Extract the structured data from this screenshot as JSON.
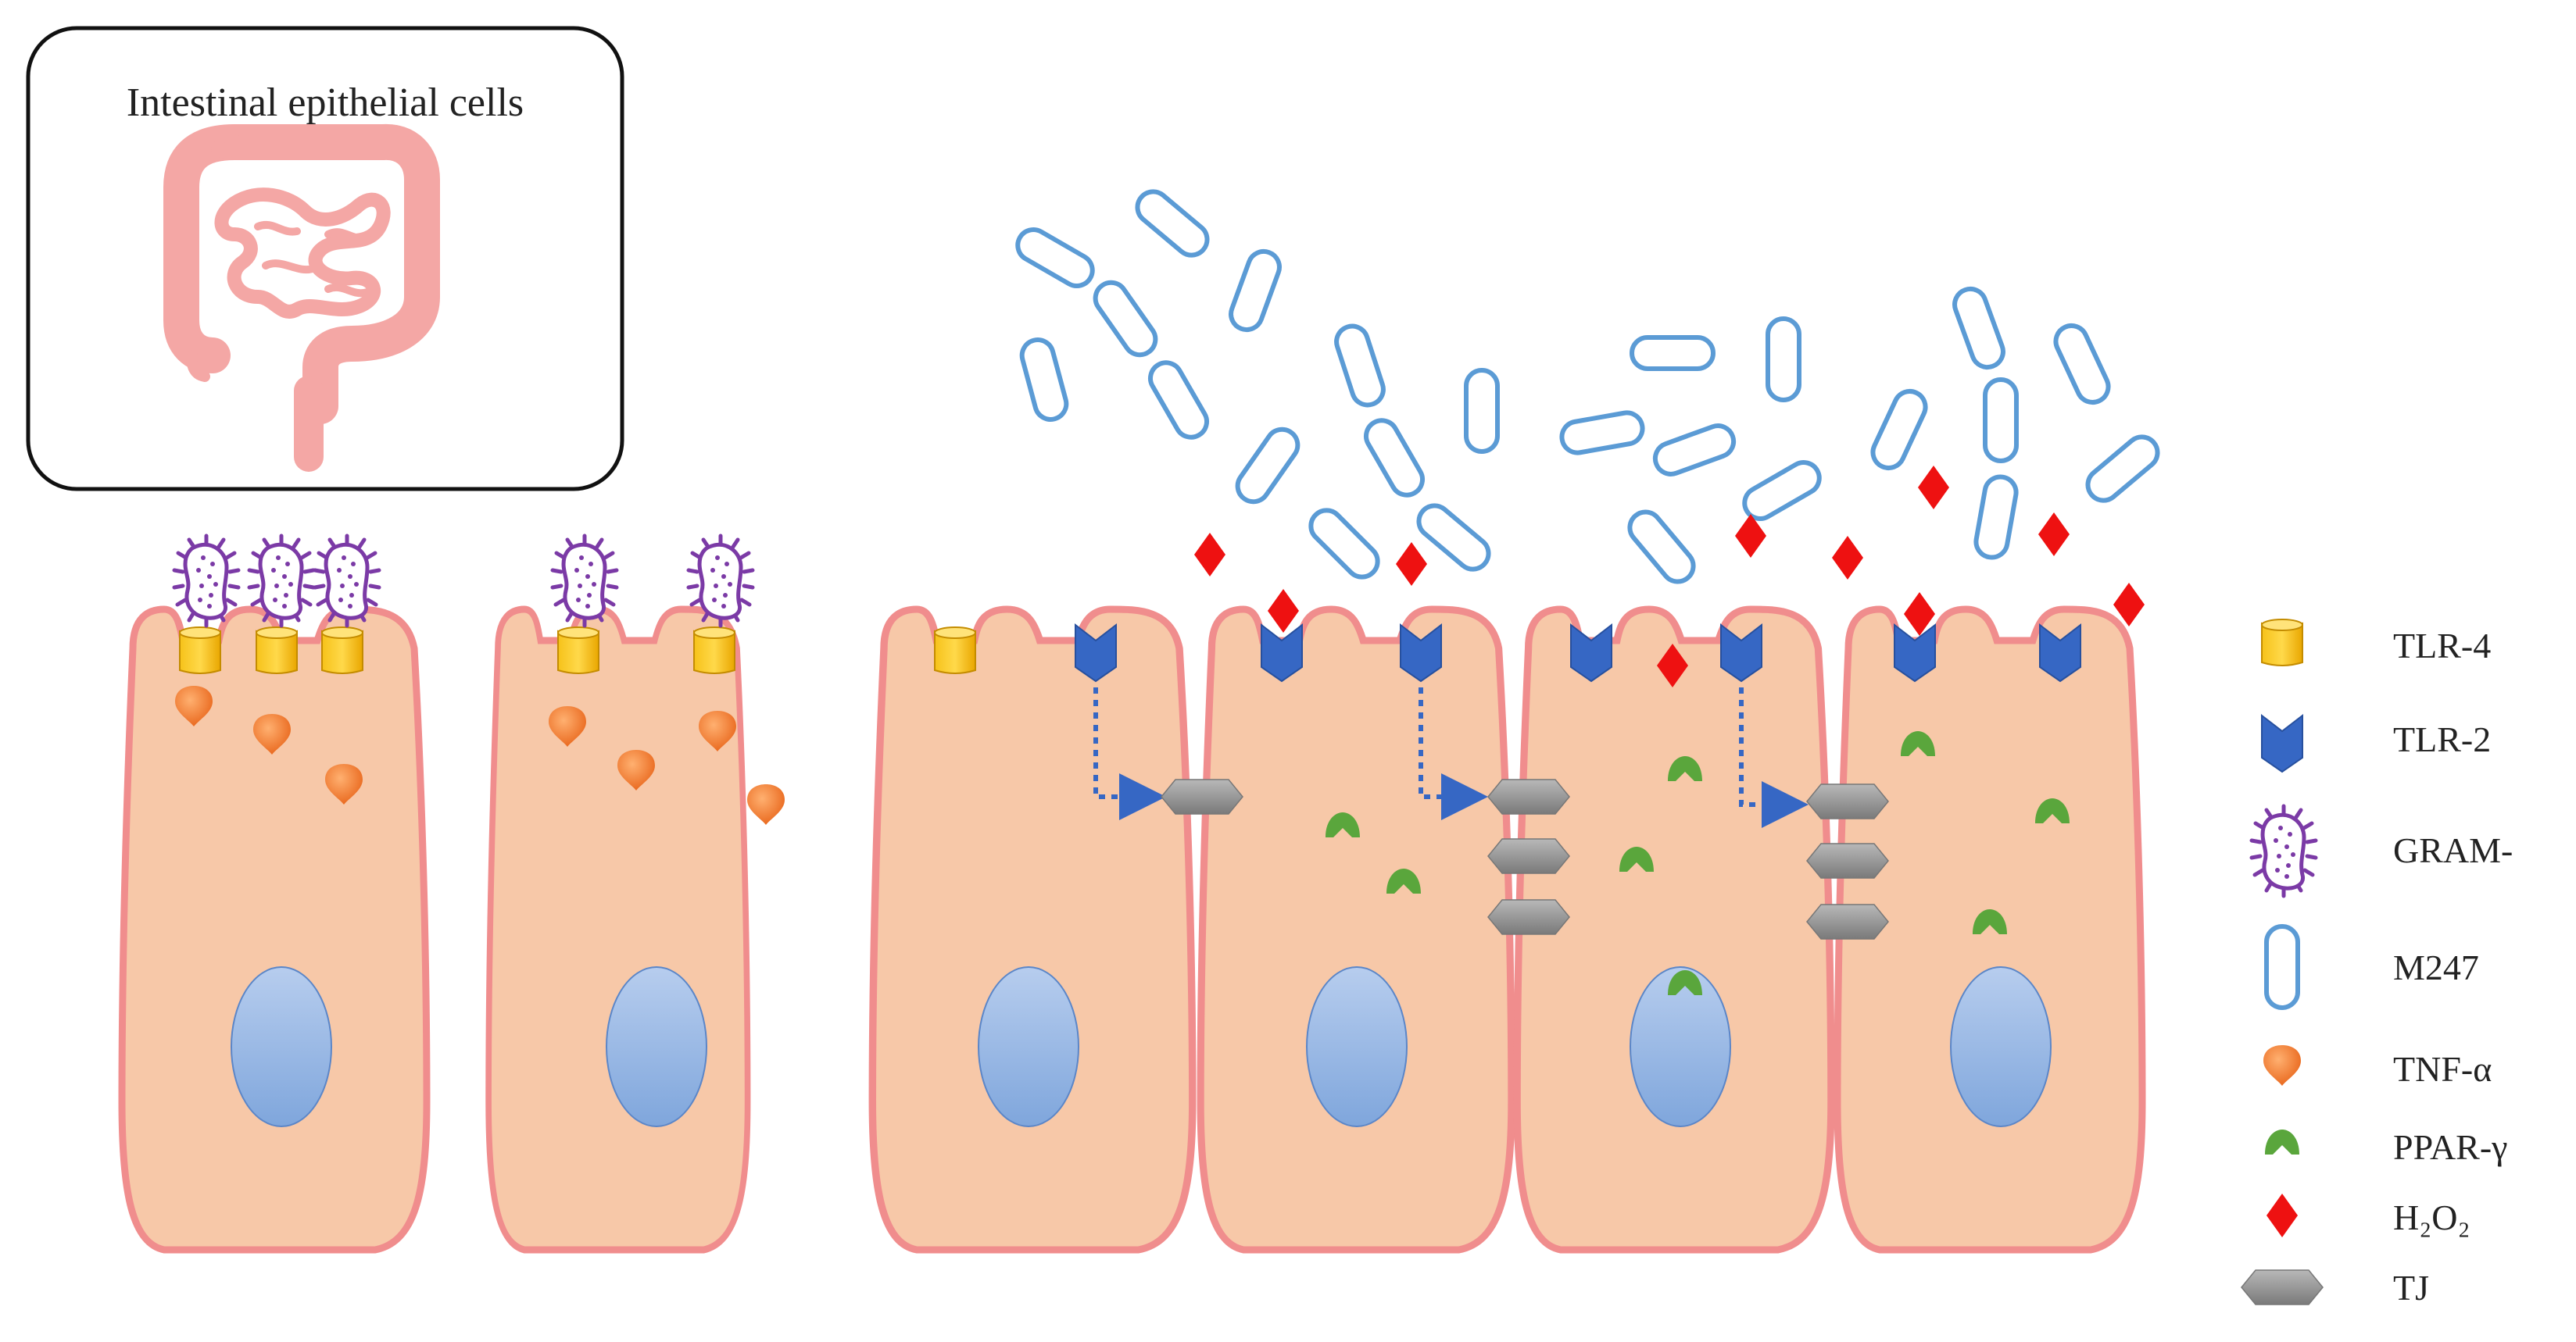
{
  "inset": {
    "title": "Intestinal epithelial cells",
    "organ_icon": "intestine-icon"
  },
  "legend": {
    "items": [
      {
        "key": "tlr4",
        "label": "TLR-4",
        "icon": "tlr4-receptor-icon"
      },
      {
        "key": "tlr2",
        "label": "TLR-2",
        "icon": "tlr2-receptor-icon"
      },
      {
        "key": "gram",
        "label": "GRAM-",
        "icon": "gram-negative-bacterium-icon"
      },
      {
        "key": "m247",
        "label": "M247",
        "icon": "m247-bacterium-icon"
      },
      {
        "key": "tnf",
        "label": "TNF-α",
        "icon": "tnf-alpha-icon"
      },
      {
        "key": "ppar",
        "label": "PPAR-γ",
        "icon": "ppar-gamma-icon"
      },
      {
        "key": "h2o2",
        "label": "H₂O₂",
        "icon": "h2o2-diamond-icon"
      },
      {
        "key": "tj",
        "label": "TJ",
        "icon": "tight-junction-icon"
      }
    ]
  },
  "colors": {
    "cell_fill": "#f7c8a8",
    "cell_border": "#f08d8d",
    "nucleus": "#8fb2e0",
    "tlr4": "#f2b705",
    "tlr2": "#3667c4",
    "gram": "#7b3aa6",
    "m247": "#5b9bd5",
    "tnf": "#ef7a22",
    "ppar": "#5aa63c",
    "h2o2": "#ee1111",
    "tj": "#8c8c8c",
    "intestine": "#f4a7a5"
  }
}
